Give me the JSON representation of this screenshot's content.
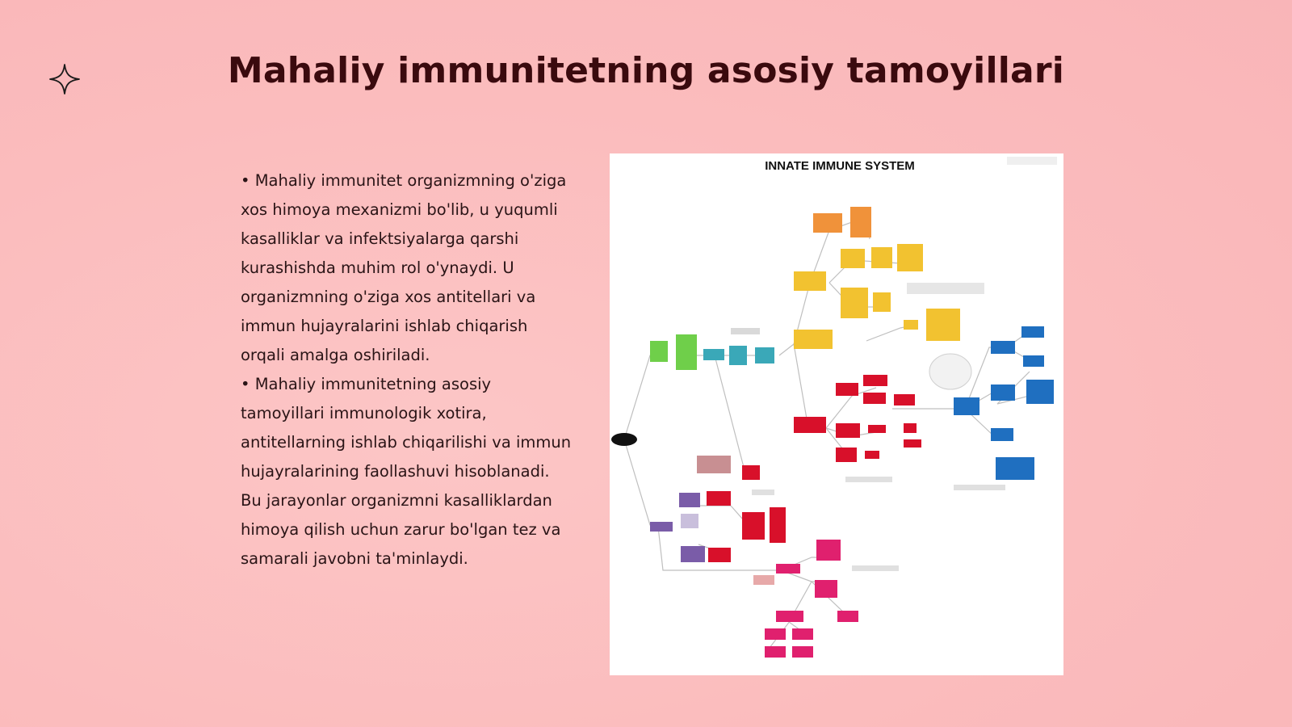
{
  "slide": {
    "title": "Mahaliy immunitetning asosiy tamoyillari",
    "decoration_icon": "four-point-star-icon",
    "paragraphs": [
      "• Mahaliy immunitet organizmning o'ziga xos himoya mexanizmi bo'lib, u yuqumli kasalliklar va infektsiyalarga qarshi kurashishda muhim rol o'ynaydi. U organizmning o'ziga xos antitellari va immun hujayralarini ishlab chiqarish orqali amalga oshiriladi.",
      "• Mahaliy immunitetning asosiy tamoyillari immunologik xotira, antitellarning ishlab chiqarilishi va immun hujayralarining faollashuvi hisoblanadi. Bu jarayonlar organizmni kasalliklardan himoya qilish uchun zarur bo'lgan tez va samarali javobni ta'minlaydi."
    ]
  },
  "figure": {
    "title": "INNATE IMMUNE SYSTEM",
    "colors": {
      "orange": "#f0923a",
      "yellow": "#f2c230",
      "green": "#6fcf4a",
      "teal": "#3aa8b8",
      "red": "#d8102a",
      "blue": "#1f6fc0",
      "purple": "#7a5ca8",
      "magenta": "#e0206e",
      "dark": "#111111"
    }
  }
}
